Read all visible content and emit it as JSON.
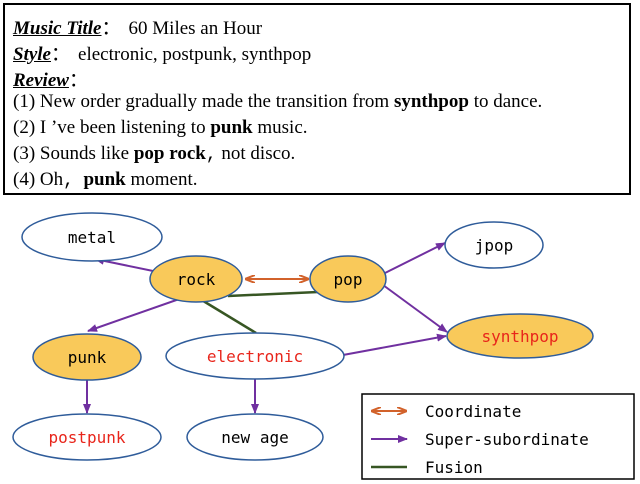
{
  "review": {
    "music_title_label": "Music Title",
    "music_title_value": "60 Miles an Hour",
    "style_label": "Style",
    "style_value": "electronic, postpunk, synthpop",
    "review_label": "Review",
    "colon": "：",
    "items": [
      {
        "prefix": "(1) New order gradually made the transition from ",
        "bold": "synthpop",
        "suffix": " to dance."
      },
      {
        "prefix": "(2) I ’ve been listening to ",
        "bold": "punk",
        "suffix": " music."
      },
      {
        "prefix": "(3) Sounds like ",
        "bold": "pop rock",
        "mid": ",",
        "suffix": "  not disco."
      },
      {
        "prefix": "(4) Oh",
        "mid": ",",
        "bold": "punk",
        "suffix": " moment."
      }
    ]
  },
  "graph": {
    "nodes": {
      "metal": {
        "label": "metal",
        "fill": "#ffffff",
        "text_color": "#000000"
      },
      "rock": {
        "label": "rock",
        "fill": "#f9c95a",
        "text_color": "#000000"
      },
      "pop": {
        "label": "pop",
        "fill": "#f9c95a",
        "text_color": "#000000"
      },
      "jpop": {
        "label": "jpop",
        "fill": "#ffffff",
        "text_color": "#000000"
      },
      "synthpop": {
        "label": "synthpop",
        "fill": "#f9c95a",
        "text_color": "#e8251b"
      },
      "punk": {
        "label": "punk",
        "fill": "#f9c95a",
        "text_color": "#000000"
      },
      "electronic": {
        "label": "electronic",
        "fill": "#ffffff",
        "text_color": "#e8251b"
      },
      "postpunk": {
        "label": "postpunk",
        "fill": "#ffffff",
        "text_color": "#e8251b"
      },
      "newage": {
        "label": "new age",
        "fill": "#ffffff",
        "text_color": "#000000"
      }
    },
    "node_stroke": "#2f5c9a",
    "legend": {
      "coordinate": "Coordinate",
      "super_subordinate": "Super-subordinate",
      "fusion": "Fusion"
    },
    "colors": {
      "coordinate": "#d2622b",
      "super_subordinate": "#7030a0",
      "fusion": "#375623"
    }
  }
}
